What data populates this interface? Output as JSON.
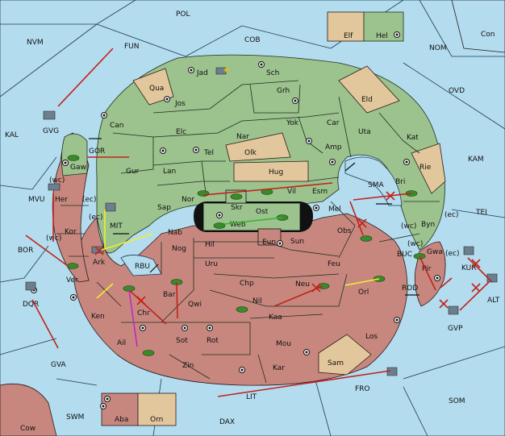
{
  "map": {
    "outer_regions": [
      "POL",
      "COB",
      "NVM",
      "FUN",
      "NOM",
      "Con",
      "KAL",
      "GVG",
      "OVD",
      "KAM",
      "TEI",
      "BOR",
      "MVU",
      "SMA",
      "BUC",
      "KUR",
      "ALT",
      "DQR",
      "GVA",
      "RBU",
      "MIT",
      "GOR",
      "ROD",
      "GVP",
      "FRO",
      "LIT",
      "SOM",
      "SWM",
      "DAX",
      "Cow"
    ],
    "green_regions": [
      "Jad",
      "Sch",
      "Jos",
      "Can",
      "Grh",
      "Yok",
      "Car",
      "Elc",
      "Nar",
      "Uta",
      "Kat",
      "Gur",
      "Tel",
      "Amp",
      "Lan",
      "Esm",
      "Nor",
      "Vil",
      "Bri",
      "Sap",
      "Skr",
      "Mel",
      "Web",
      "Ost",
      "Gaw",
      "Hel"
    ],
    "tan_regions": [
      "Qua",
      "Eld",
      "Olk",
      "Hug",
      "Rie",
      "Elf",
      "Orn",
      "Sam"
    ],
    "red_regions": [
      "Her",
      "Kor",
      "Ark",
      "Ver",
      "Nab",
      "Hil",
      "Eun",
      "Obs",
      "Sun",
      "Byn",
      "Gwa",
      "Pir",
      "Nog",
      "Uru",
      "Feu",
      "Ken",
      "Chr",
      "Bar",
      "Qwi",
      "Chp",
      "Neu",
      "Orl",
      "Nil",
      "Kaa",
      "Los",
      "Sot",
      "Rot",
      "Mou",
      "Ail",
      "Zin",
      "Kar",
      "Aba"
    ],
    "coast_tags": [
      "(wc)",
      "(ec)",
      "(ec)",
      "(wc)",
      "(wc)",
      "(ec)",
      "(wc)",
      "(ec)",
      "(wc)"
    ],
    "colors": {
      "sea": "#b3dcee",
      "green_power": "#9cc28e",
      "red_power": "#c7877f",
      "neutral": "#e3c79c",
      "move_red": "#c1221b",
      "move_yellow": "#f2ef2a",
      "move_pink": "#c02ab8",
      "move_green": "#3bb134"
    }
  }
}
